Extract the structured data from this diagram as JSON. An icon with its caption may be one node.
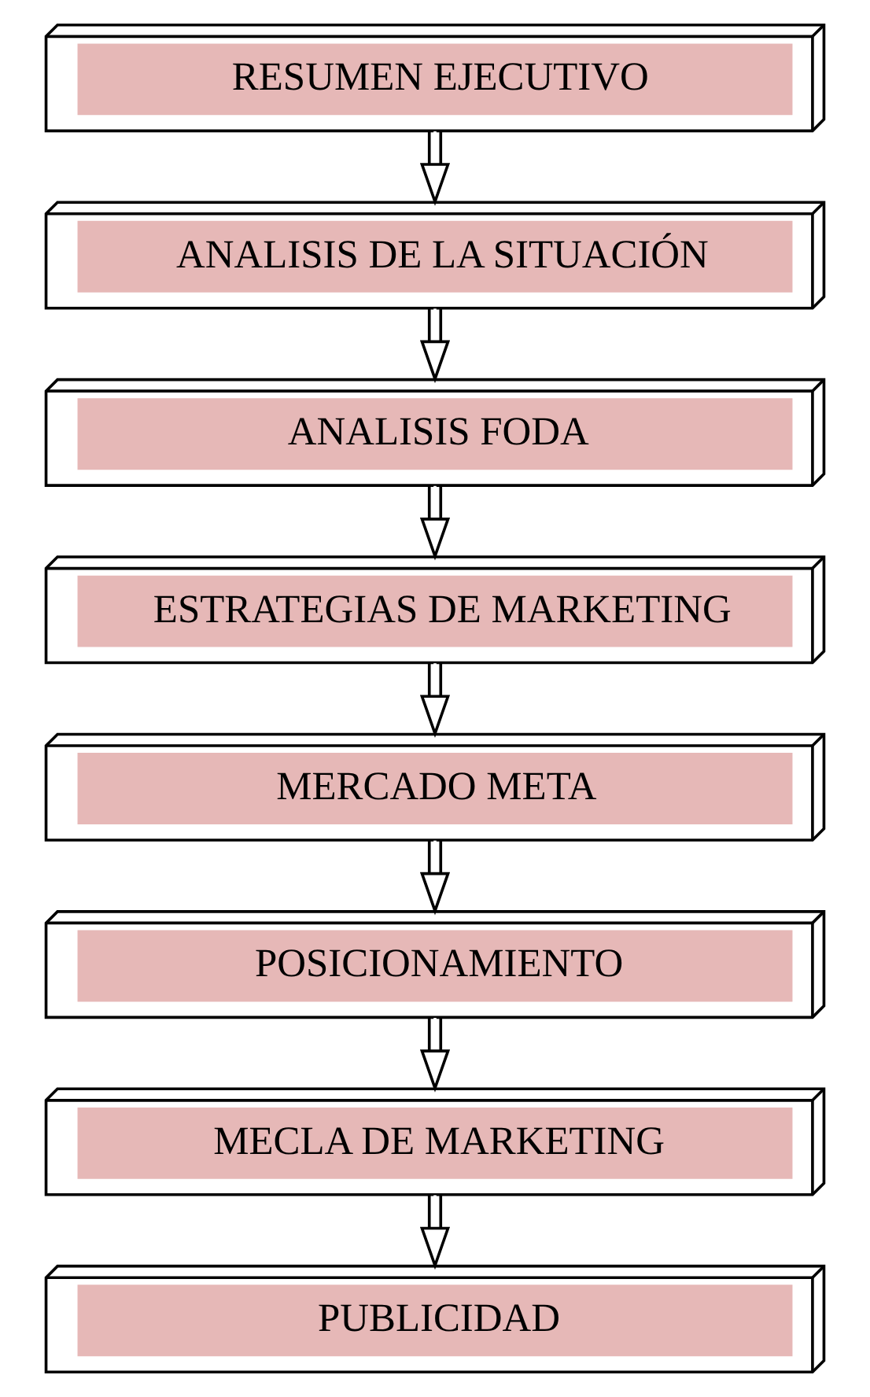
{
  "diagram": {
    "nodes": [
      {
        "text": [
          "RESUMEN EJECUTIVO"
        ]
      },
      {
        "text": [
          "ANALISIS DE LA SITUACIÓN"
        ]
      },
      {
        "text": [
          "ANALISIS FODA"
        ]
      },
      {
        "text": [
          "ESTRATEGIAS DE MARKETING"
        ]
      },
      {
        "text": [
          "MERCADO META"
        ]
      },
      {
        "text": [
          "POSICIONAMIENTO"
        ]
      },
      {
        "text": [
          "MECLA DE MARKETING"
        ]
      },
      {
        "text": [
          "PUBLICIDAD"
        ]
      }
    ],
    "edges": [
      {
        "from": 0,
        "to": 1,
        "arrow": "to"
      },
      {
        "from": 1,
        "to": 2,
        "arrow": "to"
      },
      {
        "from": 2,
        "to": 3,
        "arrow": "to"
      },
      {
        "from": 3,
        "to": 4,
        "arrow": "to"
      },
      {
        "from": 4,
        "to": 5,
        "arrow": "to"
      },
      {
        "from": 5,
        "to": 6,
        "arrow": "to"
      },
      {
        "from": 6,
        "to": 7,
        "arrow": "to"
      }
    ]
  }
}
